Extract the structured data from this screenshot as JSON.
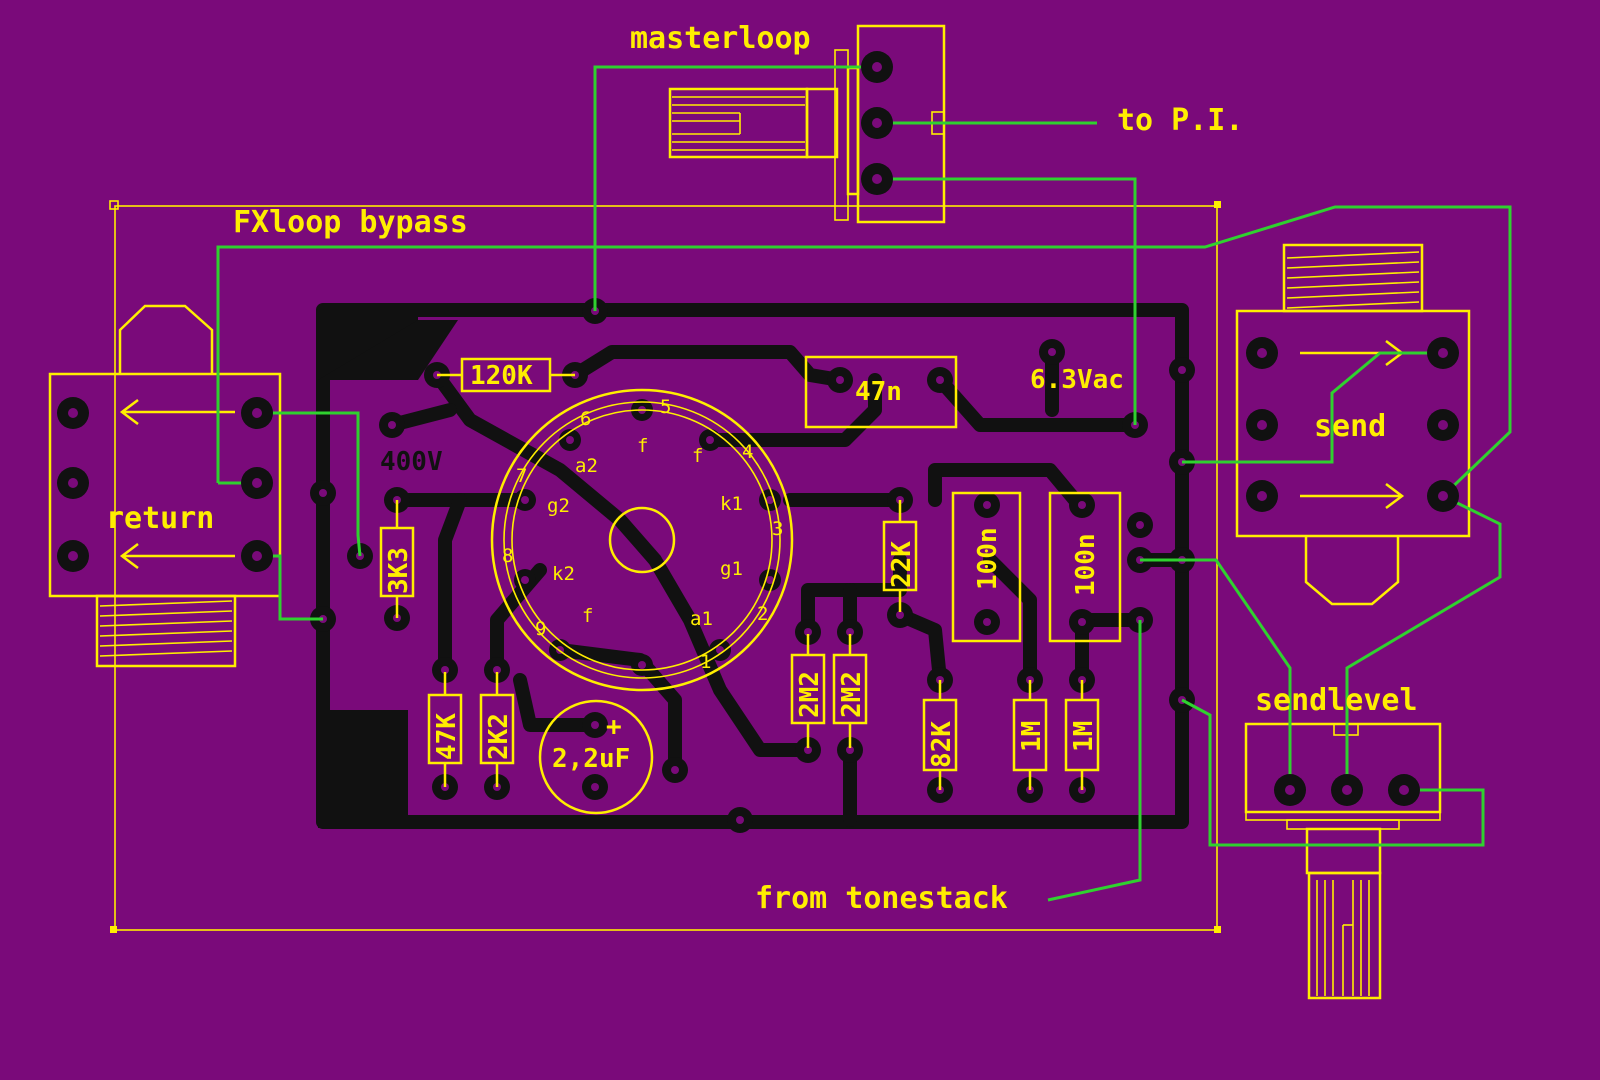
{
  "labels": {
    "masterloop": "masterloop",
    "to_pi": "to P.I.",
    "fxloop_bypass": "FXloop bypass",
    "heater": "6.3Vac",
    "hv": "400V",
    "from_tonestack": "from tonestack",
    "sendlevel": "sendlevel",
    "return_jack": "return",
    "send_jack": "send"
  },
  "components": {
    "r_120k": "120K",
    "c_47n": "47n",
    "r_3k3": "3K3",
    "r_47k": "47K",
    "r_2k2": "2K2",
    "c_2u2": "2,2uF",
    "r_22k": "22K",
    "c_100n_a": "100n",
    "c_100n_b": "100n",
    "r_2m2_a": "2M2",
    "r_2m2_b": "2M2",
    "r_82k": "82K",
    "r_1m_a": "1M",
    "r_1m_b": "1M"
  },
  "tube_pins": {
    "p1": "1",
    "p2": "2",
    "p3": "3",
    "p4": "4",
    "p5": "5",
    "p6": "6",
    "p7": "7",
    "p8": "8",
    "p9": "9",
    "a1": "a1",
    "a2": "a2",
    "g1": "g1",
    "g2": "g2",
    "k1": "k1",
    "k2": "k2",
    "f1": "f",
    "f2": "f",
    "f3": "f"
  },
  "colors": {
    "background": "#7a0a7a",
    "silkscreen": "#ffee00",
    "copper_trace": "#111111",
    "wire": "#2fd22f"
  }
}
